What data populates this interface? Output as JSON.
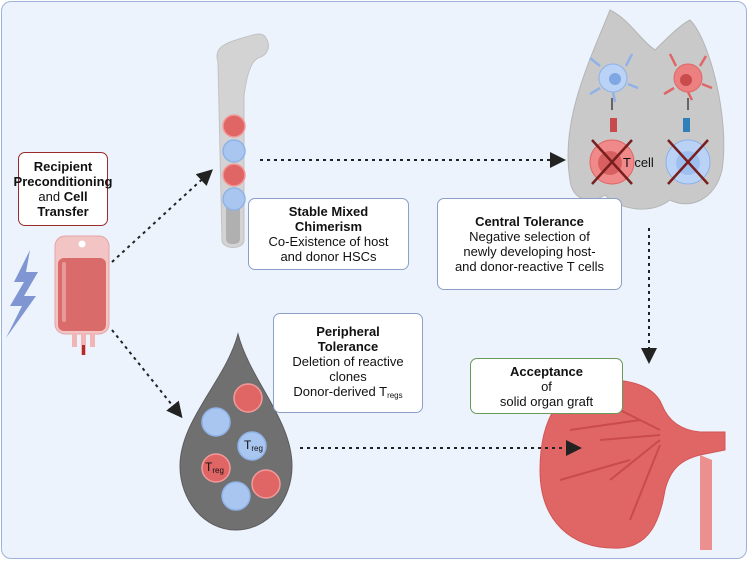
{
  "diagram": {
    "title": "Mixed chimerism induced transplantation tolerance",
    "boxes": {
      "recipient": {
        "line1_bold": "Recipient",
        "line2_bold": "Preconditioning",
        "line3_normal": "and",
        "line3_bold": "Cell",
        "line4_bold": "Transfer"
      },
      "chimerism": {
        "title_line1": "Stable Mixed",
        "title_line2": "Chimerism",
        "body_line1": "Co-Existence of host",
        "body_line2": "and donor HSCs"
      },
      "central": {
        "title": "Central Tolerance",
        "body_line1": "Negative selection of",
        "body_line2": "newly developing host-",
        "body_line3": "and donor-reactive T cells"
      },
      "peripheral": {
        "title_line1": "Peripheral",
        "title_line2": "Tolerance",
        "body_line1": "Deletion of reactive",
        "body_line2": "clones",
        "body_line3_prefix": "Donor-derived T",
        "body_line3_sub": "regs"
      },
      "acceptance": {
        "title": "Acceptance",
        "body_line1": "of",
        "body_line2": "solid organ graft"
      }
    },
    "labels": {
      "t_cell": "T cell",
      "treg_main": "T",
      "treg_sub": "reg"
    },
    "icons": [
      "lightning-bolt-icon",
      "iv-bag-icon",
      "bone-femur-icon",
      "thymus-icon",
      "dendritic-cell-icon",
      "t-cell-icon",
      "blood-drop-icon",
      "kidney-icon"
    ],
    "colors": {
      "host_red": "#e26a6a",
      "donor_blue": "#a9c6f0",
      "frame_border": "#9fb3d8",
      "background": "#ecf3fc",
      "cross": "#7a1f1f",
      "kidney": "#e06666",
      "bolt": "#7f96d3"
    }
  }
}
